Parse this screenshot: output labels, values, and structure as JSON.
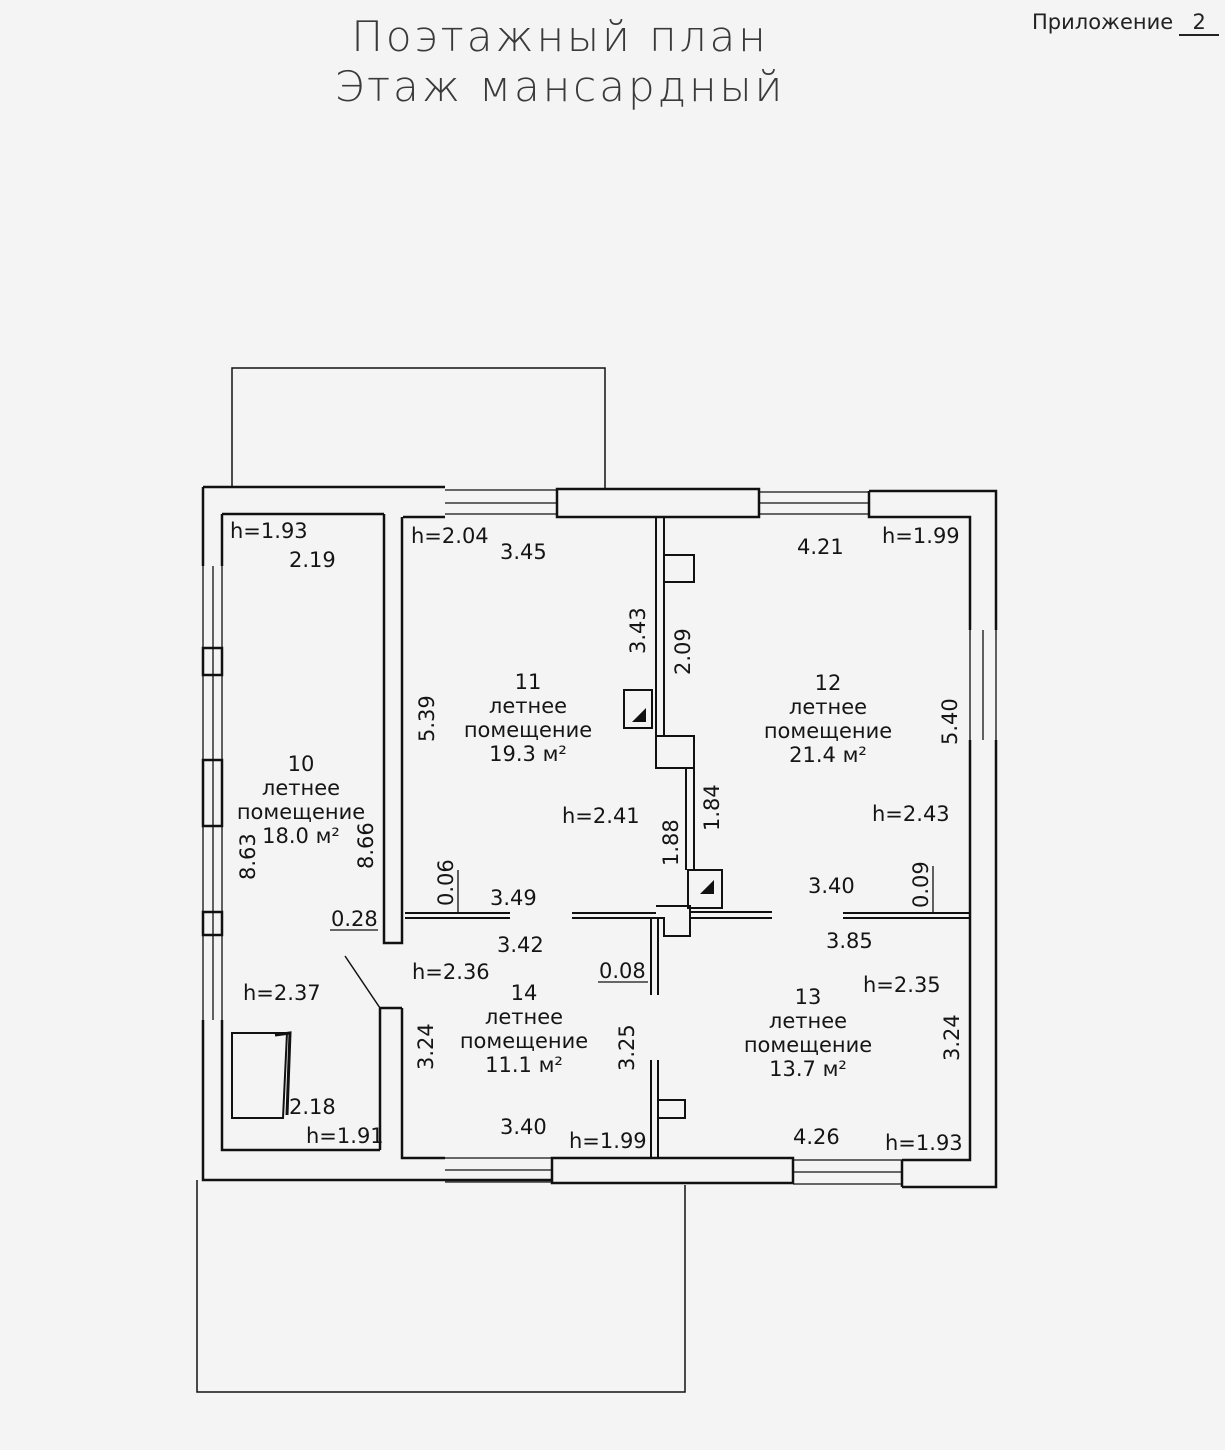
{
  "header": {
    "title_line1": "Поэтажный план",
    "title_line2": "Этаж мансардный",
    "appendix_label": "Приложение",
    "appendix_number": "2"
  },
  "rooms": [
    {
      "number": "10",
      "name_line1": "летнее",
      "name_line2": "помещение",
      "area": "18.0 м²"
    },
    {
      "number": "11",
      "name_line1": "летнее",
      "name_line2": "помещение",
      "area": "19.3 м²"
    },
    {
      "number": "12",
      "name_line1": "летнее",
      "name_line2": "помещение",
      "area": "21.4 м²"
    },
    {
      "number": "13",
      "name_line1": "летнее",
      "name_line2": "помещение",
      "area": "13.7 м²"
    },
    {
      "number": "14",
      "name_line1": "летнее",
      "name_line2": "помещение",
      "area": "11.1 м²"
    }
  ],
  "heights": [
    "h=1.93",
    "h=2.04",
    "h=1.99",
    "h=2.41",
    "h=2.43",
    "h=2.36",
    "h=2.35",
    "h=2.37",
    "h=1.91",
    "h=1.99",
    "h=1.93"
  ],
  "dimensions": [
    "2.19",
    "3.45",
    "4.21",
    "3.43",
    "2.09",
    "5.39",
    "5.40",
    "1.84",
    "1.88",
    "8.66",
    "8.63",
    "0.06",
    "0.09",
    "3.49",
    "3.40",
    "0.28",
    "3.42",
    "3.85",
    "0.08",
    "3.24",
    "3.25",
    "3.24",
    "2.18",
    "3.40",
    "4.26"
  ]
}
